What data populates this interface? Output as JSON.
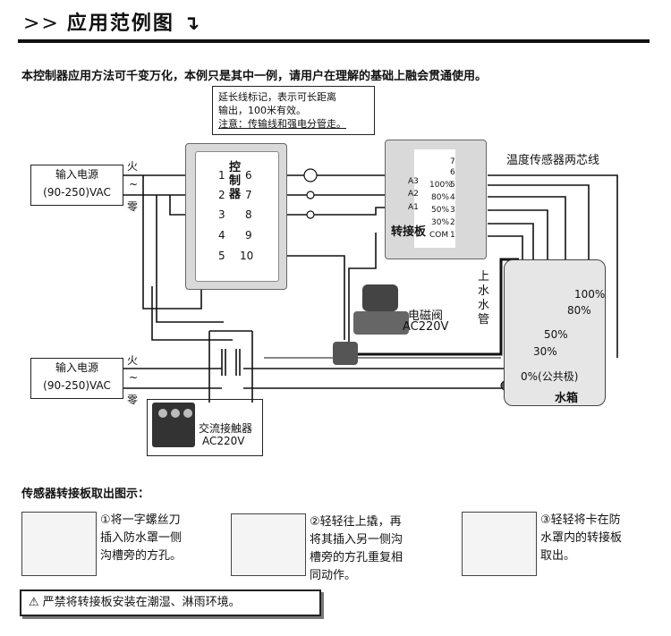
{
  "header": {
    "chevrons": ">>",
    "title": "应用范例图",
    "hook": "↴"
  },
  "intro": "本控制器应用方法可千变万化，本例只是其中一例，请用户在理解的基础上融会贯通使用。",
  "note": {
    "line1": "延长线标记，表示可长距离",
    "line2": "输出，100米有效。",
    "line3": "注意：传输线和强电分管走。"
  },
  "power1": {
    "label": "输入电源",
    "voltage": "(90-250)VAC"
  },
  "power2": {
    "label": "输入电源",
    "voltage": "(90-250)VAC"
  },
  "wire_labels": {
    "live": "火",
    "neutral": "零",
    "ac": "~"
  },
  "controller": {
    "title": "控制器",
    "terminals_left": [
      "1",
      "2",
      "3",
      "4",
      "5"
    ],
    "terminals_right": [
      "6",
      "7",
      "8",
      "9",
      "10"
    ]
  },
  "adapter": {
    "title": "转接板",
    "left_terms": [
      "A3",
      "A2",
      "A1"
    ],
    "right_labels": [
      "100%",
      "80%",
      "50%",
      "30%",
      "COM"
    ],
    "right_nums": [
      "7",
      "6",
      "5",
      "4",
      "3",
      "2",
      "1"
    ]
  },
  "sensor_label": "温度传感器两芯线",
  "inlet_pipe": "上水水管",
  "valve": {
    "name": "电磁阀",
    "voltage": "AC220V"
  },
  "contactor": {
    "name": "交流接触器",
    "voltage": "AC220V"
  },
  "tank": {
    "name": "水箱",
    "levels": [
      "100%",
      "80%",
      "50%",
      "30%"
    ],
    "common": "0%(公共极)"
  },
  "section2_title": "传感器转接板取出图示：",
  "steps": [
    {
      "l1": "①将一字螺丝刀",
      "l2": "插入防水罩一侧",
      "l3": "沟槽旁的方孔。"
    },
    {
      "l1": "②轻轻往上撬，再",
      "l2": "将其插入另一侧沟",
      "l3": "槽旁的方孔重复相",
      "l4": "同动作。"
    },
    {
      "l1": "③轻轻将卡在防",
      "l2": "水罩内的转接板",
      "l3": "取出。"
    }
  ],
  "warning": "严禁将转接板安装在潮湿、淋雨环境。"
}
